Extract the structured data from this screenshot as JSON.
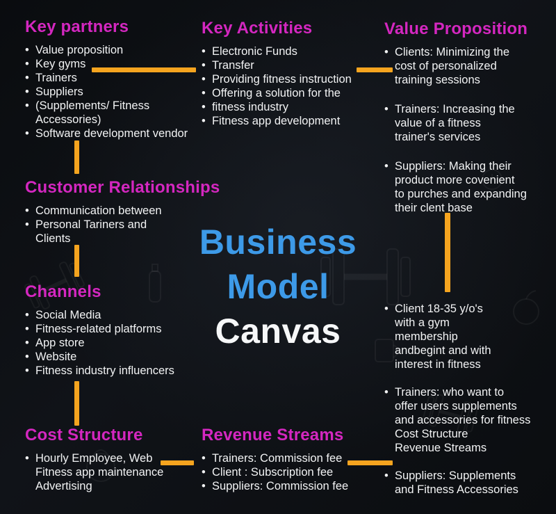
{
  "title": {
    "line1": "Business",
    "line2": "Model",
    "line3": "Canvas"
  },
  "colors": {
    "heading": "#d427c0",
    "accent": "#f5a41f",
    "title_blue": "#3d9ae8",
    "body_text": "#f2f3f4",
    "background": "#0c0e11"
  },
  "icons": {
    "background_doodles": "faint fitness doodles: dumbbells, apple, kettlebell, cup"
  },
  "sections": {
    "key_partners": {
      "title": "Key partners",
      "items": [
        "Value proposition",
        "Key gyms",
        "Trainers",
        "Suppliers",
        "(Supplements/ Fitness\nAccessories)",
        "Software development vendor"
      ]
    },
    "key_activities": {
      "title": "Key Activities",
      "items": [
        "Electronic Funds",
        "Transfer",
        "Providing fitness instruction",
        "Offering a solution for the",
        "fitness industry",
        "Fitness app development"
      ]
    },
    "value_proposition": {
      "title": "Value Proposition",
      "items": [
        "Clients: Minimizing the\ncost of personalized\ntraining sessions",
        "Trainers: Increasing the\nvalue of a fitness\ntrainer's services",
        "Suppliers: Making their\nproduct more covenient\nto purches and expanding\ntheir clent base"
      ],
      "items_lower": [
        "Client 18-35 y/o's\nwith a gym\nmembership\nandbegint and with\ninterest in fitness",
        "Trainers: who want to\noffer users supplements\nand accessories for fitness\nCost Structure\nRevenue Streams",
        "Suppliers: Supplements\nand Fitness Accessories"
      ]
    },
    "customer_relationships": {
      "title": "Customer Relationships",
      "items": [
        "Communication between",
        "Personal Tariners and\nClients"
      ]
    },
    "channels": {
      "title": "Channels",
      "items": [
        "Social Media",
        "Fitness-related platforms",
        "App store",
        "Website",
        "Fitness industry influencers"
      ]
    },
    "cost_structure": {
      "title": "Cost Structure",
      "items": [
        "Hourly Employee, Web\nFitness app maintenance\nAdvertising"
      ]
    },
    "revenue_streams": {
      "title": "Revenue Streams",
      "items": [
        "Trainers: Commission fee",
        "Client : Subscription fee",
        "Suppliers: Commission fee"
      ]
    }
  }
}
